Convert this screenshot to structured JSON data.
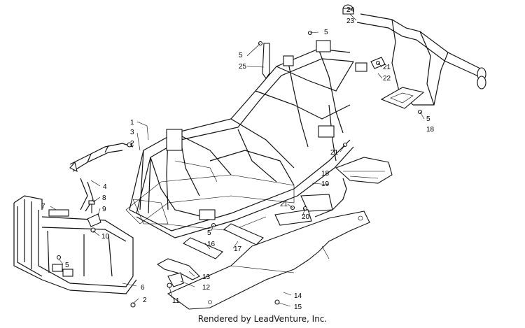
{
  "footer": {
    "credit": "Rendered by LeadVenture, Inc."
  },
  "callouts": [
    {
      "id": "c1",
      "label": "1"
    },
    {
      "id": "c2a",
      "label": "2"
    },
    {
      "id": "c2b",
      "label": "2"
    },
    {
      "id": "c3",
      "label": "3"
    },
    {
      "id": "c4",
      "label": "4"
    },
    {
      "id": "c5a",
      "label": "5"
    },
    {
      "id": "c5b",
      "label": "5"
    },
    {
      "id": "c5c",
      "label": "5"
    },
    {
      "id": "c5d",
      "label": "5"
    },
    {
      "id": "c5e",
      "label": "5"
    },
    {
      "id": "c6",
      "label": "6"
    },
    {
      "id": "c7",
      "label": "7"
    },
    {
      "id": "c8",
      "label": "8"
    },
    {
      "id": "c9",
      "label": "9"
    },
    {
      "id": "c10",
      "label": "10"
    },
    {
      "id": "c11",
      "label": "11"
    },
    {
      "id": "c12",
      "label": "12"
    },
    {
      "id": "c13",
      "label": "13"
    },
    {
      "id": "c14",
      "label": "14"
    },
    {
      "id": "c15",
      "label": "15"
    },
    {
      "id": "c16",
      "label": "16"
    },
    {
      "id": "c17",
      "label": "17"
    },
    {
      "id": "c18a",
      "label": "18"
    },
    {
      "id": "c18b",
      "label": "18"
    },
    {
      "id": "c19",
      "label": "19"
    },
    {
      "id": "c20",
      "label": "20"
    },
    {
      "id": "c21a",
      "label": "21"
    },
    {
      "id": "c21b",
      "label": "21"
    },
    {
      "id": "c21c",
      "label": "21"
    },
    {
      "id": "c22",
      "label": "22"
    },
    {
      "id": "c23",
      "label": "23"
    },
    {
      "id": "c24",
      "label": "24"
    },
    {
      "id": "c25",
      "label": "25"
    }
  ]
}
